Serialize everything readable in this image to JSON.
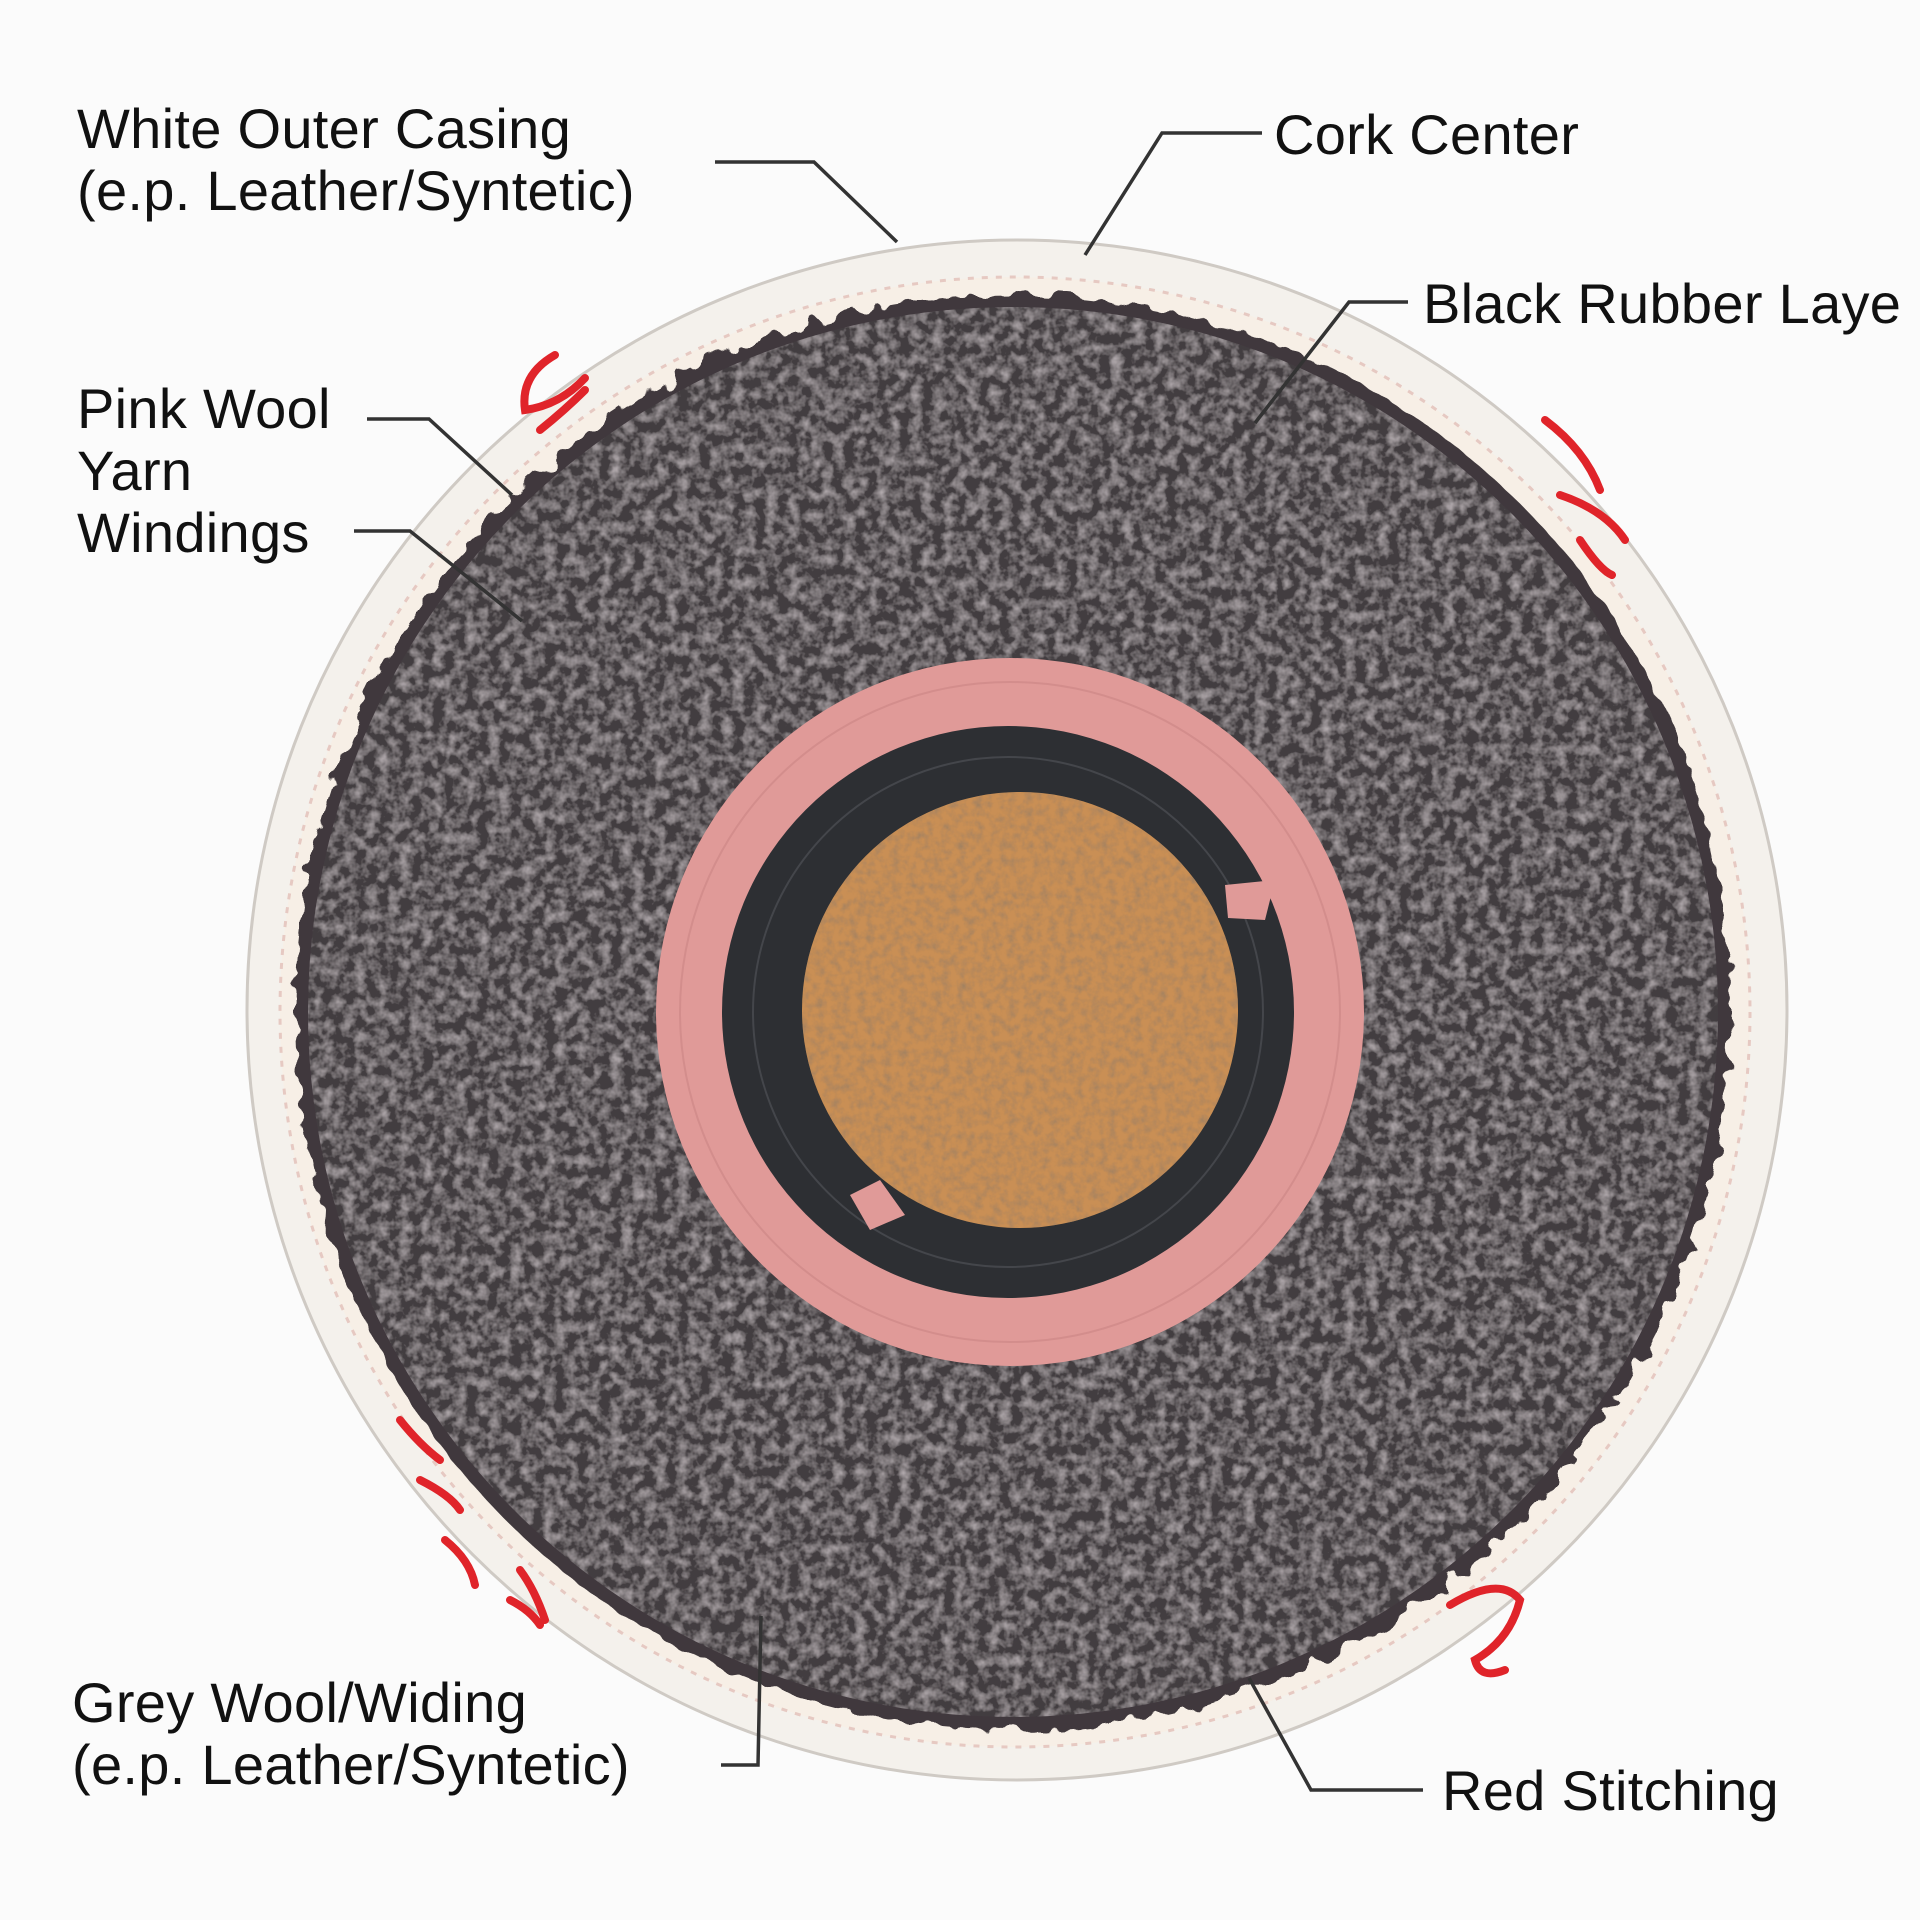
{
  "labels": {
    "outer_casing": {
      "line1": "White Outer Casing",
      "line2": "(e.p. Leather/Syntetic)"
    },
    "cork_center": "Cork Center",
    "black_rubber": "Black Rubber Laye",
    "pink_wool": {
      "line1": "Pink Wool",
      "line2": "Yarn",
      "line3": "Windings"
    },
    "grey_wool": {
      "line1": "Grey Wool/Widing",
      "line2": "(e.p. Leather/Syntetic)"
    },
    "red_stitching": "Red Stitching"
  },
  "colors": {
    "casing": "#f4f1ec",
    "wool": "#3f393c",
    "pink_ring": "#e09a98",
    "rubber": "#2d2f33",
    "cork": "#c98f55",
    "stitch": "#e0242a",
    "leader": "#333333"
  }
}
